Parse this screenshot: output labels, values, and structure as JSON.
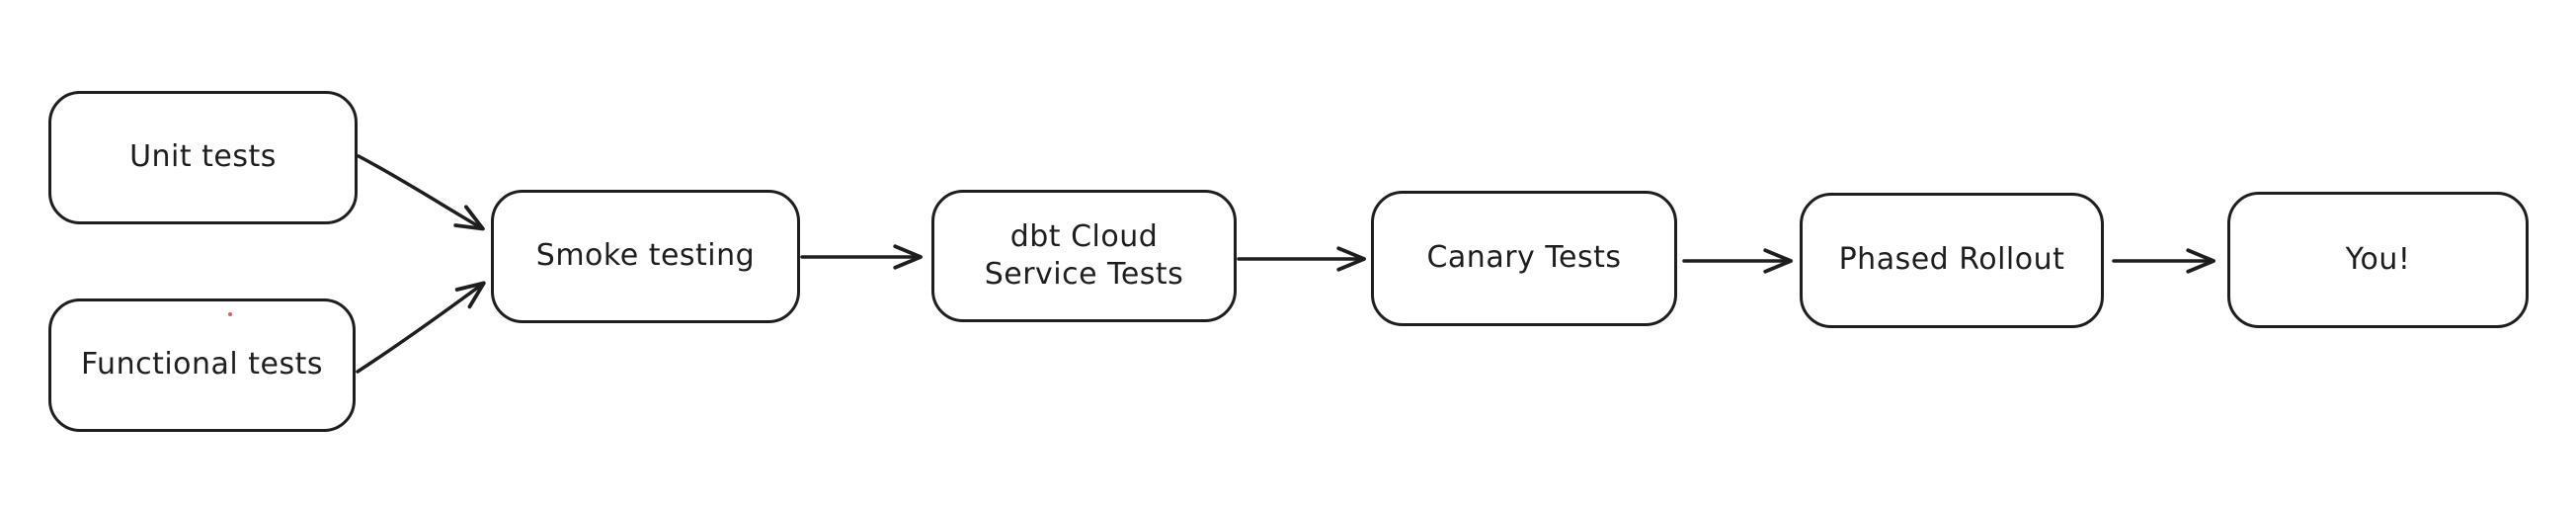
{
  "diagram": {
    "title": "Release testing pipeline flowchart",
    "background_color": "#ffffff",
    "stroke_color": "#1e1e1e",
    "text_color": "#1e1e1e",
    "artifact_dot_color": "#e06050",
    "nodes": [
      {
        "id": "unit-tests",
        "label": "Unit tests"
      },
      {
        "id": "functional-tests",
        "label": "Functional tests"
      },
      {
        "id": "smoke-testing",
        "label": "Smoke testing"
      },
      {
        "id": "dbt-cloud-service-tests",
        "label": "dbt Cloud\nService Tests"
      },
      {
        "id": "canary-tests",
        "label": "Canary Tests"
      },
      {
        "id": "phased-rollout",
        "label": "Phased Rollout"
      },
      {
        "id": "you",
        "label": "You!"
      }
    ],
    "edges": [
      {
        "from": "unit-tests",
        "to": "smoke-testing"
      },
      {
        "from": "functional-tests",
        "to": "smoke-testing"
      },
      {
        "from": "smoke-testing",
        "to": "dbt-cloud-service-tests"
      },
      {
        "from": "dbt-cloud-service-tests",
        "to": "canary-tests"
      },
      {
        "from": "canary-tests",
        "to": "phased-rollout"
      },
      {
        "from": "phased-rollout",
        "to": "you"
      }
    ]
  }
}
